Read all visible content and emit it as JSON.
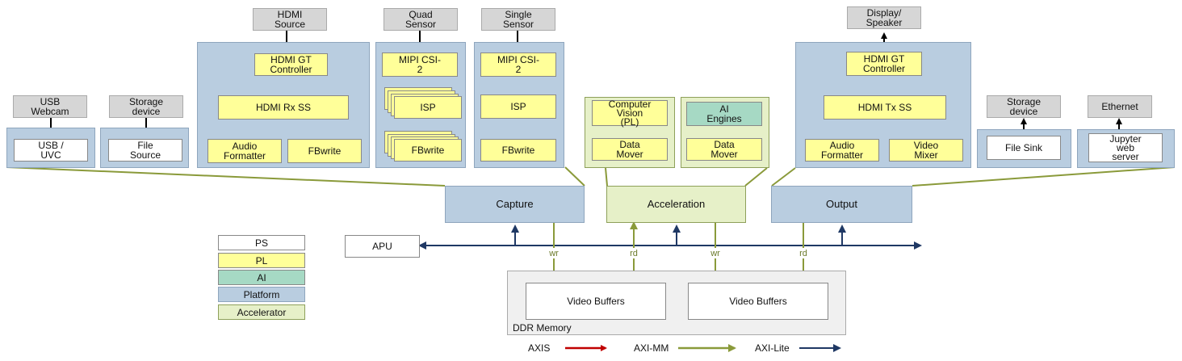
{
  "colors": {
    "platform": "#b9cde0",
    "pl": "#ffff99",
    "ps": "#ffffff",
    "ai": "#a6d9c4",
    "accelerator": "#e6f0c8",
    "axis_arrow": "#c00000",
    "axi_mm_arrow": "#8a9a3a",
    "axi_lite_arrow": "#1f3864"
  },
  "sources": {
    "hdmi_source": "HDMI\nSource",
    "quad_sensor": "Quad\nSensor",
    "single_sensor": "Single\nSensor",
    "usb_webcam": "USB\nWebcam",
    "storage_device_in": "Storage\ndevice",
    "display_speaker": "Display/\nSpeaker",
    "storage_device_out": "Storage\ndevice",
    "ethernet": "Ethernet"
  },
  "capture": {
    "usb_uvc": "USB /\nUVC",
    "file_source": "File\nSource",
    "hdmi_gt_controller": "HDMI GT\nController",
    "hdmi_rx_ss": "HDMI Rx SS",
    "audio_formatter": "Audio\nFormatter",
    "fbwrite_hdmi": "FBwrite",
    "mipi_csi_quad": "MIPI CSI-\n2",
    "isp_quad": "ISP",
    "fbwrite_quad": "FBwrite",
    "mipi_csi_single": "MIPI CSI-\n2",
    "isp_single": "ISP",
    "fbwrite_single": "FBwrite"
  },
  "acceleration": {
    "computer_vision": "Computer\nVision\n(PL)",
    "data_mover_cv": "Data\nMover",
    "ai_engines": "AI\nEngines",
    "data_mover_ai": "Data\nMover"
  },
  "output": {
    "hdmi_gt_controller": "HDMI GT\nController",
    "hdmi_tx_ss": "HDMI Tx SS",
    "audio_formatter": "Audio\nFormatter",
    "video_mixer": "Video\nMixer",
    "file_sink": "File Sink",
    "jupyter": "Jupyter\nweb\nserver"
  },
  "hubs": {
    "capture": "Capture",
    "acceleration": "Acceleration",
    "output": "Output"
  },
  "apu": "APU",
  "memory": {
    "video_buffers_1": "Video Buffers",
    "video_buffers_2": "Video Buffers",
    "ddr_label": "DDR Memory",
    "wr1": "wr",
    "rd1": "rd",
    "wr2": "wr",
    "rd2": "rd"
  },
  "legend": {
    "ps": "PS",
    "pl": "PL",
    "ai": "AI",
    "platform": "Platform",
    "accelerator": "Accelerator"
  },
  "interface_key": {
    "axis": "AXIS",
    "axi_mm": "AXI-MM",
    "axi_lite": "AXI-Lite"
  }
}
